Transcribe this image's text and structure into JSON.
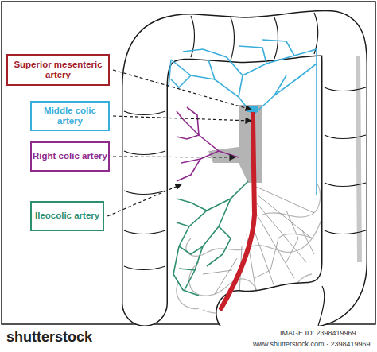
{
  "diagram": {
    "nodes": [
      {
        "text": [
          "Superior mesenteric artery"
        ]
      },
      {
        "text": [
          "Middle colic artery"
        ]
      },
      {
        "text": [
          "Right colic artery"
        ]
      },
      {
        "text": [
          "Ileocolic artery"
        ]
      }
    ],
    "labels": [
      "shutterstock",
      "IMAGE ID: 2398419969",
      "www.shutterstock.com · 2398419969"
    ]
  }
}
